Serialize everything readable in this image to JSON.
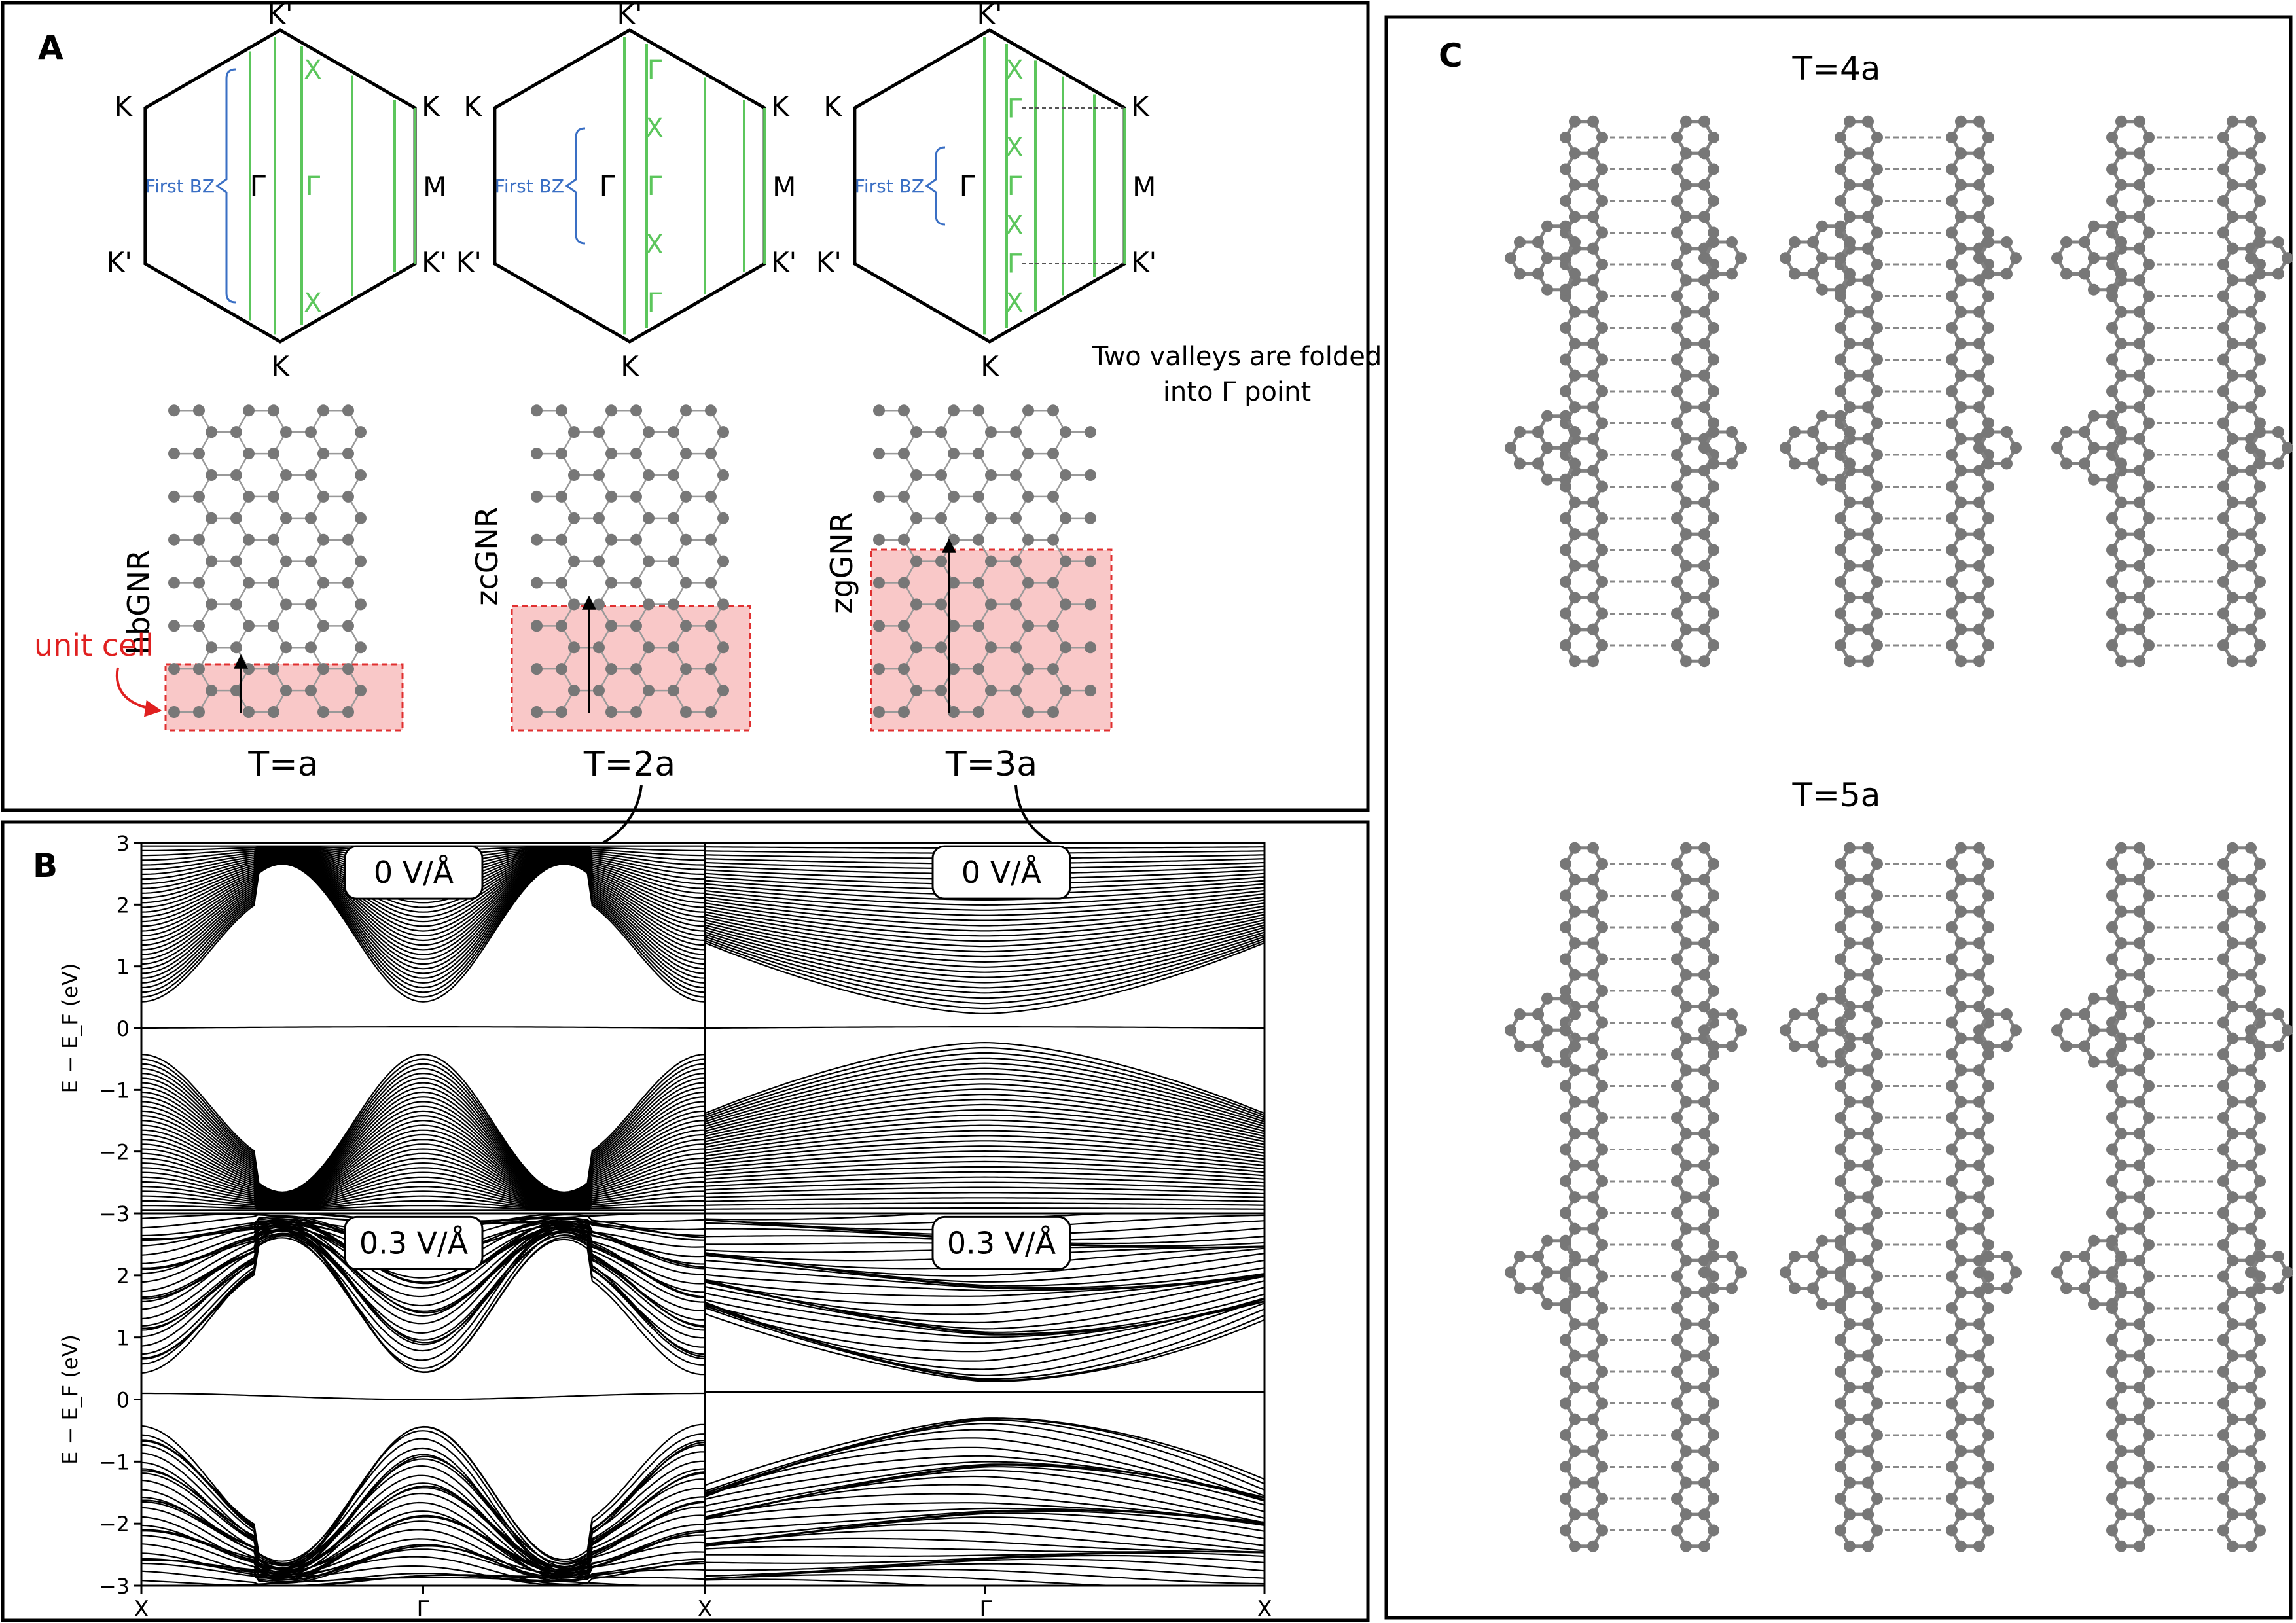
{
  "panel_a": {
    "label": "A",
    "bz": [
      {
        "vertex_labels": {
          "top": "K'",
          "upper_left": "K",
          "upper_right": "K",
          "mid_right": "M",
          "lower_left": "K'",
          "lower_right": "K'",
          "bottom": "K"
        },
        "gamma": "Γ",
        "first_bz": "First BZ",
        "markers": [
          "X",
          "Γ",
          "X"
        ]
      },
      {
        "vertex_labels": {
          "top": "K'",
          "upper_left": "K",
          "upper_right": "K",
          "mid_right": "M",
          "lower_left": "K'",
          "lower_right": "K'",
          "bottom": "K"
        },
        "gamma": "Γ",
        "first_bz": "First BZ",
        "markers": [
          "Γ",
          "X",
          "Γ",
          "X",
          "Γ"
        ]
      },
      {
        "vertex_labels": {
          "top": "K'",
          "upper_left": "K",
          "upper_right": "K",
          "mid_right": "M",
          "lower_left": "K'",
          "lower_right": "K'",
          "bottom": "K"
        },
        "gamma": "Γ",
        "first_bz": "First BZ",
        "markers": [
          "X",
          "Γ",
          "X",
          "Γ",
          "X",
          "Γ",
          "X"
        ]
      }
    ],
    "note_line1": "Two valleys are folded",
    "note_line2": "into Γ point",
    "ribbons": [
      {
        "name": "hbGNR",
        "period": "T=a",
        "extra": "unit cell"
      },
      {
        "name": "zcGNR",
        "period": "T=2a"
      },
      {
        "name": "zgGNR",
        "period": "T=3a"
      }
    ]
  },
  "panel_b": {
    "label": "B",
    "ylabel": "E − E_F (eV)",
    "field_0": "0 V/Å",
    "field_1": "0.3 V/Å",
    "yticks": [
      "3",
      "2",
      "1",
      "0",
      "−1",
      "−2",
      "−3"
    ],
    "xticks": [
      "X",
      "Γ",
      "X"
    ]
  },
  "panel_c": {
    "label": "C",
    "row_titles": [
      "T=4a",
      "T=5a"
    ]
  },
  "colors": {
    "bz_lines": "#5cc65c",
    "bz_labels": "#3a6fc4",
    "unit_cell_fill": "#f9c8c8",
    "unit_cell_border": "#e03030",
    "atom": "#777777"
  },
  "chart_data": [
    {
      "type": "line",
      "title": "",
      "subtitle": "0 V/Å",
      "ylabel": "E − E_F (eV)",
      "xticks": [
        "X",
        "Γ",
        "X"
      ],
      "ylim": [
        -3,
        3
      ],
      "series_description": "zcGNR band structure"
    },
    {
      "type": "line",
      "title": "",
      "subtitle": "0 V/Å",
      "xticks": [
        "X",
        "Γ",
        "X"
      ],
      "ylim": [
        -3,
        3
      ],
      "series_description": "zgGNR band structure"
    },
    {
      "type": "line",
      "title": "",
      "subtitle": "0.3 V/Å",
      "ylabel": "E − E_F (eV)",
      "xticks": [
        "X",
        "Γ",
        "X"
      ],
      "ylim": [
        -3,
        3
      ],
      "series_description": "zcGNR band structure"
    },
    {
      "type": "line",
      "title": "",
      "subtitle": "0.3 V/Å",
      "xticks": [
        "X",
        "Γ",
        "X"
      ],
      "ylim": [
        -3,
        3
      ],
      "series_description": "zgGNR band structure"
    }
  ]
}
